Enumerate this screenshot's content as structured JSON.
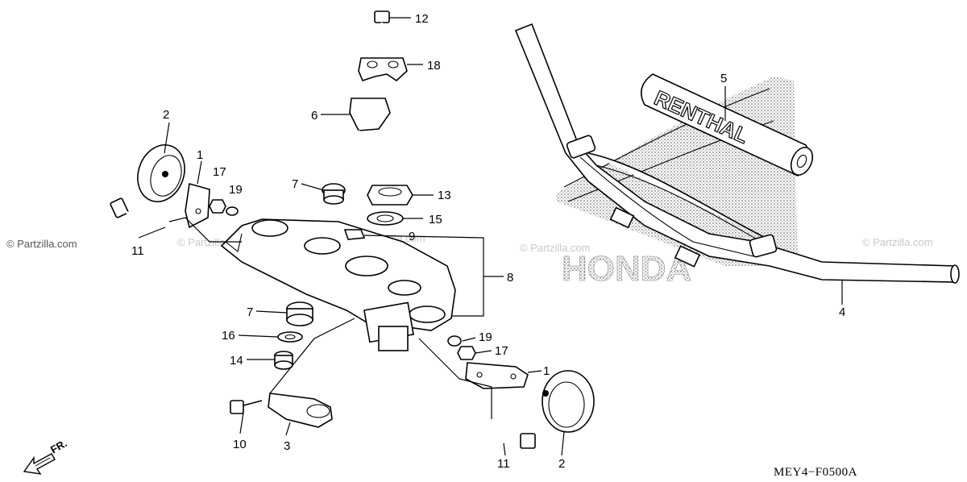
{
  "diagram": {
    "code": "MEY4−F0500A",
    "front_label": "FR.",
    "watermark": "© Partzilla.com",
    "logo_text": "HONDA",
    "grip_brand": "RENTHAL"
  },
  "callouts": {
    "p1a": "1",
    "p1b": "1",
    "p2a": "2",
    "p2b": "2",
    "p3": "3",
    "p4": "4",
    "p5": "5",
    "p6": "6",
    "p7a": "7",
    "p7b": "7",
    "p8": "8",
    "p9": "9",
    "p10": "10",
    "p11a": "11",
    "p11b": "11",
    "p12": "12",
    "p13": "13",
    "p14": "14",
    "p15": "15",
    "p16": "16",
    "p17a": "17",
    "p17b": "17",
    "p18": "18",
    "p19a": "19",
    "p19b": "19"
  }
}
